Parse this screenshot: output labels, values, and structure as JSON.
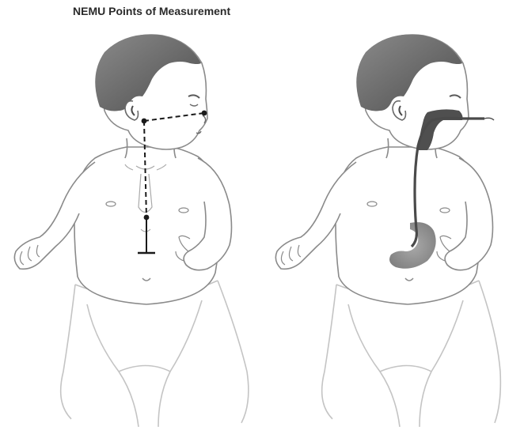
{
  "figure": {
    "title": "NEMU Points of Measurement"
  },
  "colors": {
    "hair": "#6c6c6c",
    "skin_outline": "#8a8a8a",
    "diaper_outline": "#b8b8b8",
    "measure_line": "#1a1a1a",
    "tube": "#4a4a4a",
    "cavity": "#4f4f4f",
    "stomach": "#7a7a7a"
  },
  "panels": [
    {
      "name": "measurement-points",
      "view": "external NEMU landmarks: earlobe, nose tip, xiphoid, umbilicus"
    },
    {
      "name": "tube-placement",
      "view": "nasogastric tube path into stomach"
    }
  ]
}
